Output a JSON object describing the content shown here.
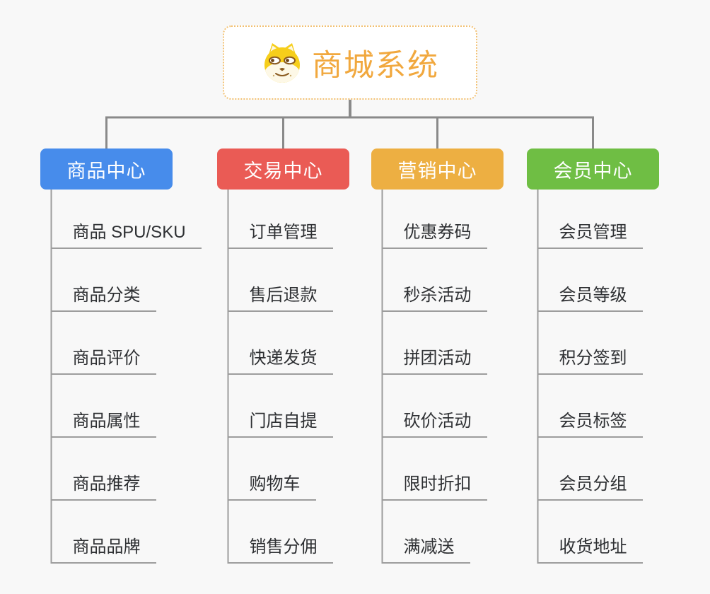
{
  "root": {
    "title": "商城系统",
    "icon": "doge-icon",
    "text_color": "#F1A83E",
    "border_color": "#F2C173",
    "background": "#FFFFFF"
  },
  "colors": {
    "page_background": "#F8F8F8",
    "tree_connector": "#8A8A8A",
    "leaf_line": "#9D9D9D",
    "leaf_text": "#2E3033"
  },
  "branches": [
    {
      "label": "商品中心",
      "color": "#478CEB",
      "children": [
        "商品 SPU/SKU",
        "商品分类",
        "商品评价",
        "商品属性",
        "商品推荐",
        "商品品牌"
      ]
    },
    {
      "label": "交易中心",
      "color": "#EA5B55",
      "children": [
        "订单管理",
        "售后退款",
        "快递发货",
        "门店自提",
        "购物车",
        "销售分佣"
      ]
    },
    {
      "label": "营销中心",
      "color": "#EDAF42",
      "children": [
        "优惠券码",
        "秒杀活动",
        "拼团活动",
        "砍价活动",
        "限时折扣",
        "满减送"
      ]
    },
    {
      "label": "会员中心",
      "color": "#6FBE44",
      "children": [
        "会员管理",
        "会员等级",
        "积分签到",
        "会员标签",
        "会员分组",
        "收货地址"
      ]
    }
  ]
}
